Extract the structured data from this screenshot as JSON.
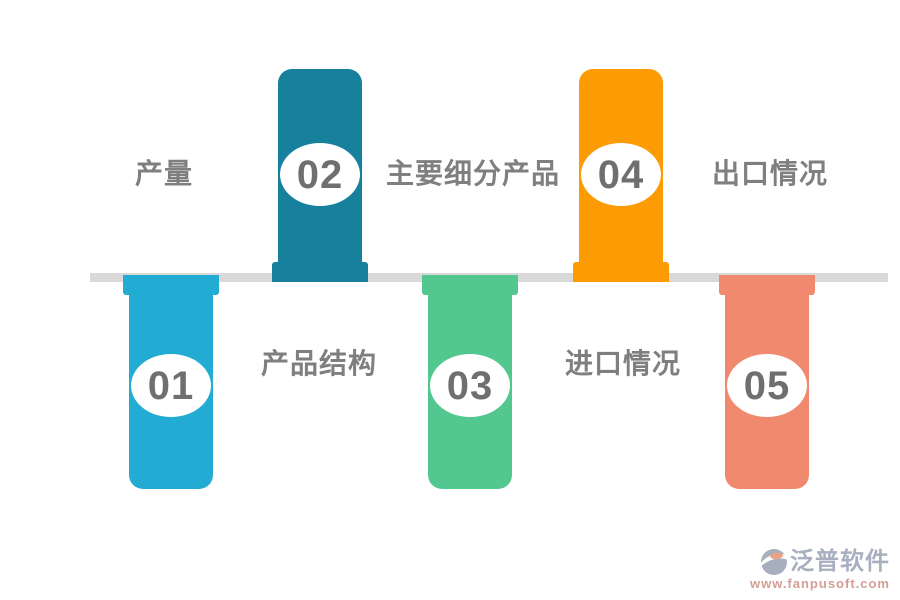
{
  "timeline": {
    "axis_color": "#D9D9D9",
    "number_color": "#6F6F6F",
    "label_color": "#7F7F7F",
    "items": [
      {
        "number": "01",
        "label": "产量",
        "color": "#22ABD3",
        "tube_side": "below",
        "label_side": "above"
      },
      {
        "number": "02",
        "label": "产品结构",
        "color": "#16809D",
        "tube_side": "above",
        "label_side": "below"
      },
      {
        "number": "03",
        "label": "主要细分产品",
        "color": "#52C890",
        "tube_side": "below",
        "label_side": "above"
      },
      {
        "number": "04",
        "label": "进口情况",
        "color": "#FC9B03",
        "tube_side": "above",
        "label_side": "below"
      },
      {
        "number": "05",
        "label": "出口情况",
        "color": "#F0896D",
        "tube_side": "below",
        "label_side": "above"
      }
    ]
  },
  "watermark": {
    "brand": "泛普软件",
    "url": "www.fanpusoft.com",
    "brand_color": "#99A2B6",
    "url_color": "#CC8E82",
    "icon_circle_color": "#98A2B5",
    "icon_accent_color": "#E8926C"
  }
}
